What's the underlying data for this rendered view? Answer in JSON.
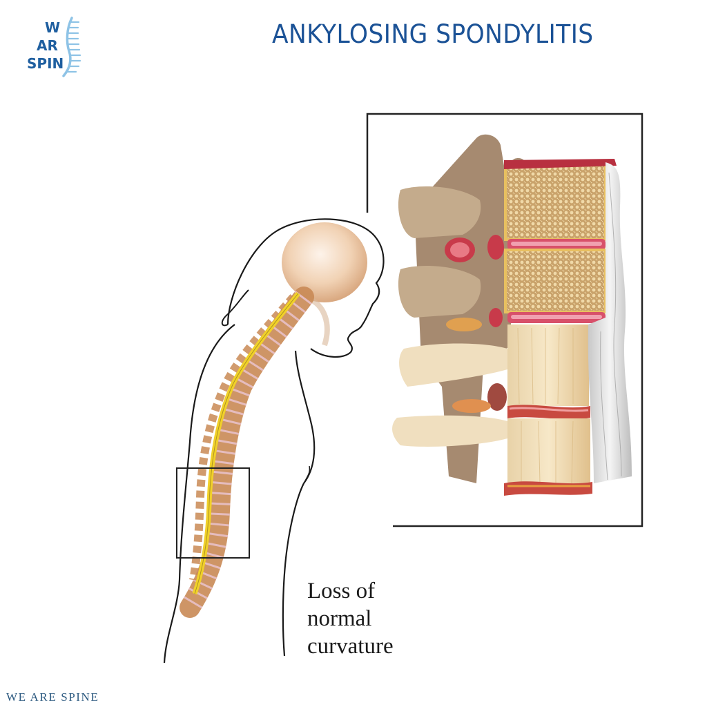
{
  "brand": {
    "logo_lines": [
      "W",
      "AR",
      "SPIN"
    ],
    "logo_icon": "spine-icon",
    "colors": {
      "logo_text": "#1f5fa0",
      "logo_spine": "#8ec3e6",
      "title": "#1b5296",
      "footer": "#2d5a80"
    }
  },
  "header": {
    "title": "ANKYLOSING SPONDYLITIS"
  },
  "illustration": {
    "figure": "side-profile-figure-with-curved-spine",
    "inset": "fused-lumbar-vertebrae-closeup",
    "caption_lines": [
      "Loss of",
      "normal",
      "curvature"
    ]
  },
  "footer": {
    "text": "WE ARE SPINE"
  }
}
